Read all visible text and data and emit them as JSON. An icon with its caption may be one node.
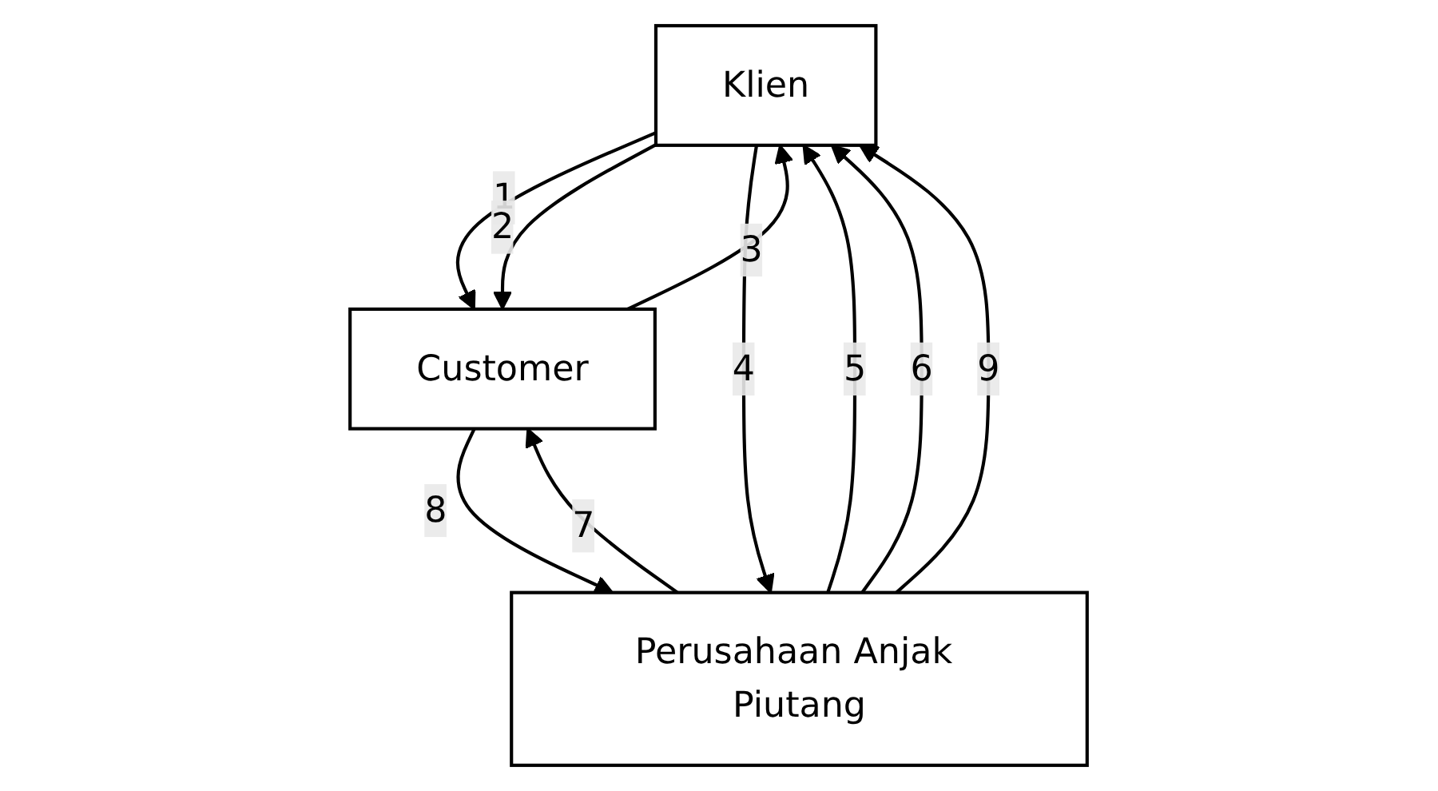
{
  "diagram": {
    "nodes": [
      {
        "text": [
          "Klien"
        ]
      },
      {
        "text": [
          "Customer"
        ]
      },
      {
        "text": [
          "Perusahaan Anjak Piutang"
        ]
      }
    ],
    "edges": [
      {
        "from": 0,
        "to": 1,
        "arrow": "to",
        "label": "1"
      },
      {
        "from": 0,
        "to": 1,
        "arrow": "to",
        "label": "2"
      },
      {
        "from": 1,
        "to": 0,
        "arrow": "to",
        "label": "3"
      },
      {
        "from": 0,
        "to": 2,
        "arrow": "to",
        "label": "4"
      },
      {
        "from": 2,
        "to": 0,
        "arrow": "to",
        "label": "5"
      },
      {
        "from": 2,
        "to": 0,
        "arrow": "to",
        "label": "6"
      },
      {
        "from": 2,
        "to": 1,
        "arrow": "to",
        "label": "7"
      },
      {
        "from": 1,
        "to": 2,
        "arrow": "to",
        "label": "8"
      },
      {
        "from": 2,
        "to": 0,
        "arrow": "to",
        "label": "9"
      }
    ]
  }
}
